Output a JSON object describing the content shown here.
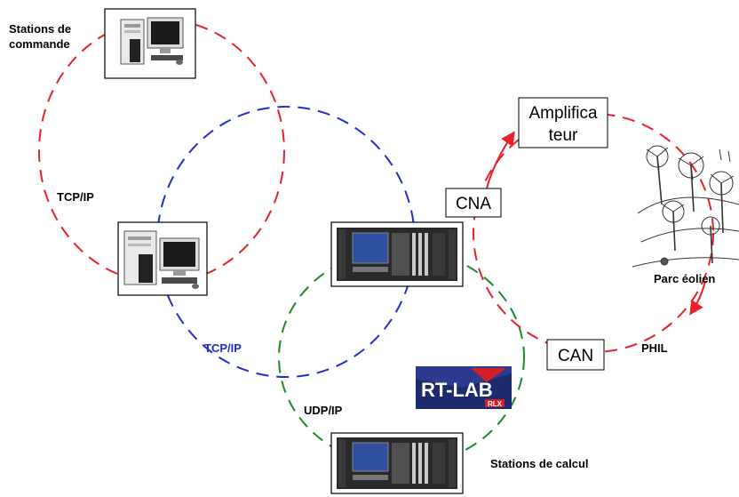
{
  "colors": {
    "control_ring": "#e8202a",
    "middle_ring": "#1f2fd0",
    "compute_ring": "#1a8a2a",
    "phil_ring": "#e8202a",
    "logo_bg": "#1e2a6e",
    "logo_accent": "#d21f2a"
  },
  "nodes": {
    "control_stations_label_line1": "Stations de",
    "control_stations_label_line2": "commande",
    "compute_stations_label": "Stations de calcul",
    "wind_farm_label": "Parc éolien"
  },
  "boxes": {
    "amplifier_line1": "Amplifica",
    "amplifier_line2": "teur",
    "dac": "CNA",
    "adc": "CAN"
  },
  "links": {
    "tcpip_red": "TCP/IP",
    "tcpip_blue": "TCP/IP",
    "udpip": "UDP/IP",
    "phil": "PHIL"
  },
  "logo": {
    "main": "RT-LAB",
    "sub": "RLX"
  },
  "icons": [
    "desktop-computer-icon",
    "desktop-computer-icon",
    "rack-simulator-icon",
    "rack-simulator-icon",
    "rt-lab-logo",
    "wind-farm-sketch"
  ]
}
